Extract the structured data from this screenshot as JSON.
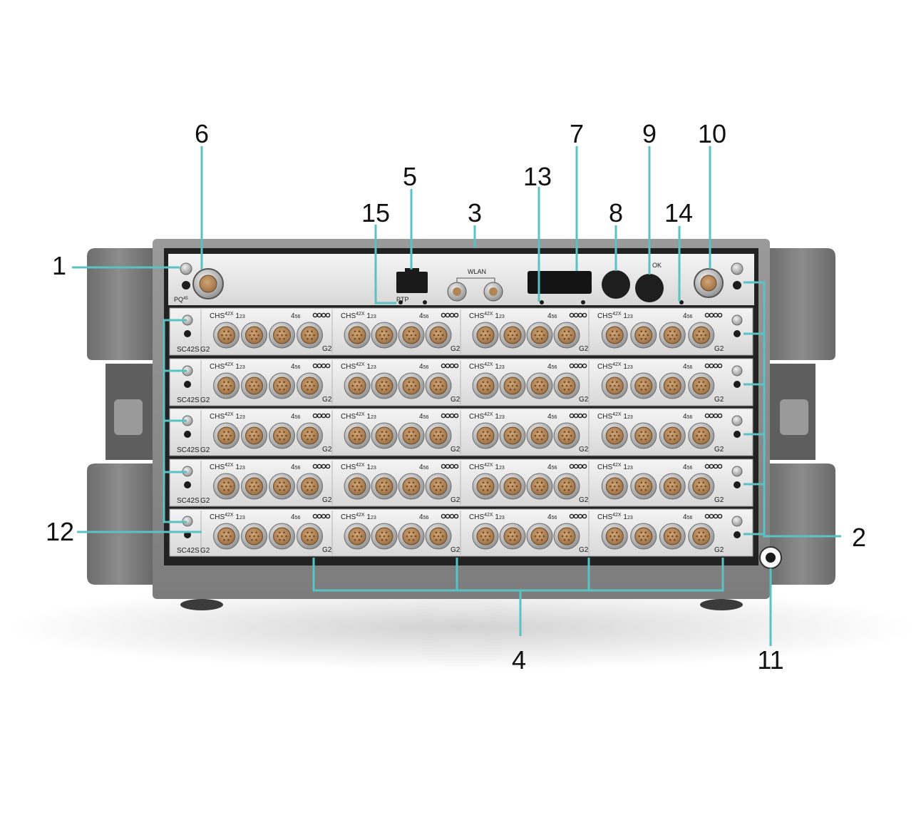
{
  "callouts": [
    {
      "id": "1",
      "label": "1"
    },
    {
      "id": "2",
      "label": "2"
    },
    {
      "id": "3",
      "label": "3"
    },
    {
      "id": "4",
      "label": "4"
    },
    {
      "id": "5",
      "label": "5"
    },
    {
      "id": "6",
      "label": "6"
    },
    {
      "id": "7",
      "label": "7"
    },
    {
      "id": "8",
      "label": "8"
    },
    {
      "id": "9",
      "label": "9"
    },
    {
      "id": "10",
      "label": "10"
    },
    {
      "id": "11",
      "label": "11"
    },
    {
      "id": "12",
      "label": "12"
    },
    {
      "id": "13",
      "label": "13"
    },
    {
      "id": "14",
      "label": "14"
    },
    {
      "id": "15",
      "label": "15"
    }
  ],
  "panel": {
    "wlan_label": "WLAN",
    "ptp_label": "PTP",
    "ok_label": "OK",
    "power_label": "PQ",
    "power_sup": "45"
  },
  "module": {
    "name": "SC42S",
    "gen": "G2",
    "group_prefix": "CHS",
    "group_sup": "42X",
    "ch_a": "1",
    "ch_a_sub": "23",
    "ch_b": "4",
    "ch_b_sub": "56",
    "rows": 5,
    "groups_per_row": 4,
    "connectors_per_group": 4
  },
  "colors": {
    "leader": "#59c3c3",
    "frame": "#8a8a8a",
    "module_face": "#e8e8e8",
    "connector": "#b08557"
  }
}
